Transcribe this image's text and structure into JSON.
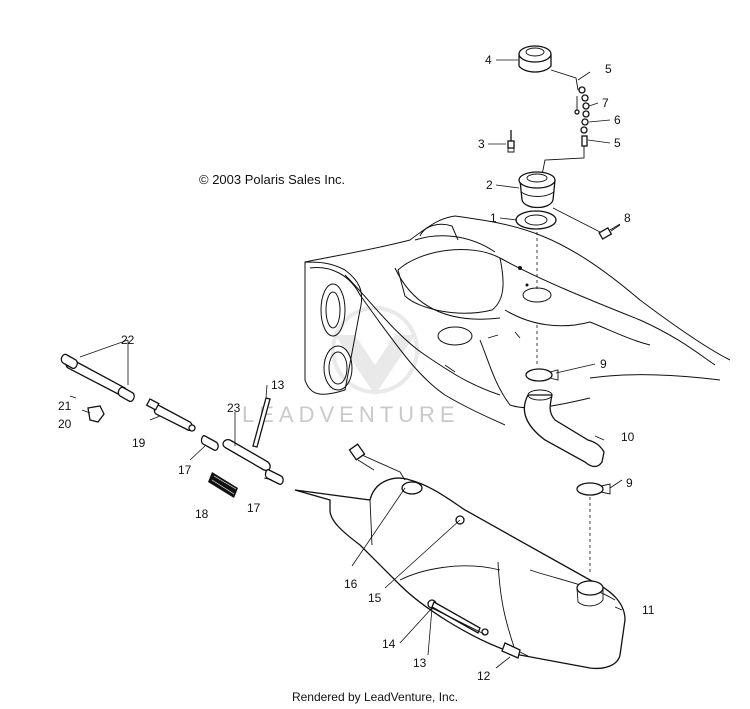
{
  "copyright": "© 2003 Polaris Sales Inc.",
  "footer": "Rendered by LeadVenture, Inc.",
  "watermark": "LEADVENTURE",
  "callouts": [
    "1",
    "2",
    "3",
    "4",
    "5",
    "5",
    "6",
    "7",
    "8",
    "9",
    "9",
    "10",
    "11",
    "12",
    "13",
    "13",
    "14",
    "15",
    "16",
    "17",
    "17",
    "18",
    "19",
    "20",
    "21",
    "22",
    "23"
  ]
}
